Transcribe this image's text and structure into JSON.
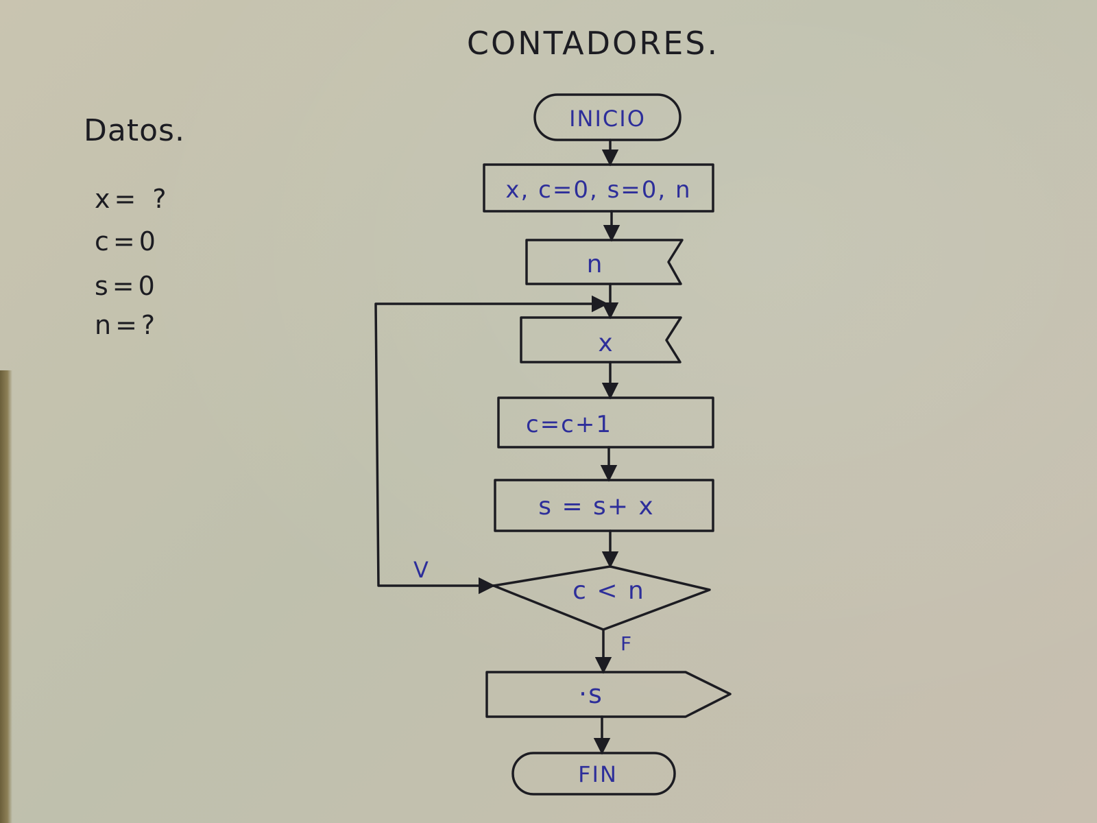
{
  "title": "CONTADORES.",
  "datos": {
    "heading": "Datos.",
    "lines": [
      "x= ?",
      "c=0",
      "s=0",
      "n=?"
    ]
  },
  "flowchart": {
    "start": "INICIO",
    "init": "x, c=0, s=0, n",
    "input_n": "n",
    "input_x": "x",
    "step_count": "c=c+1",
    "step_sum": "s = s+ x",
    "decision": "c < n",
    "true_label": "V",
    "false_label": "F",
    "output": "·s",
    "end": "FIN"
  },
  "colors": {
    "paper": "#c6c2b1",
    "ink_pencil": "#1c1c22",
    "ink_blue": "#2d2e9a"
  }
}
